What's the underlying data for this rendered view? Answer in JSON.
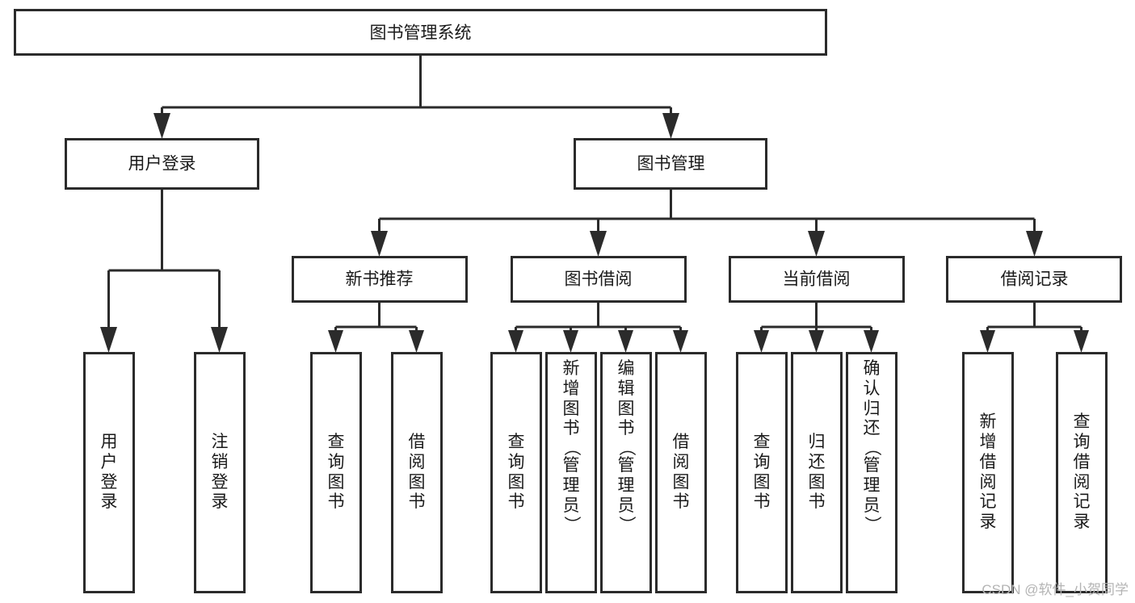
{
  "diagram": {
    "type": "tree-hierarchy",
    "title": "图书管理系统",
    "background_color": "#ffffff",
    "line_color": "#2b2b2b",
    "box_fill": "#ffffff",
    "text_color": "#1a1a1a",
    "root": {
      "label": "图书管理系统",
      "orientation": "horizontal"
    },
    "level2": [
      {
        "label": "用户登录",
        "orientation": "horizontal"
      },
      {
        "label": "图书管理",
        "orientation": "horizontal"
      }
    ],
    "level3": [
      {
        "label": "新书推荐",
        "orientation": "horizontal"
      },
      {
        "label": "图书借阅",
        "orientation": "horizontal"
      },
      {
        "label": "当前借阅",
        "orientation": "horizontal"
      },
      {
        "label": "借阅记录",
        "orientation": "horizontal"
      }
    ],
    "leaves": {
      "user_login": [
        {
          "label": "用户登录",
          "orientation": "vertical"
        },
        {
          "label": "注销登录",
          "orientation": "vertical"
        }
      ],
      "new_book_recommend": [
        {
          "label": "查询图书",
          "orientation": "vertical"
        },
        {
          "label": "借阅图书",
          "orientation": "vertical"
        }
      ],
      "book_borrow": [
        {
          "label": "查询图书",
          "orientation": "vertical"
        },
        {
          "label": "新增图书（管理员）",
          "orientation": "vertical"
        },
        {
          "label": "编辑图书（管理员）",
          "orientation": "vertical"
        },
        {
          "label": "借阅图书",
          "orientation": "vertical"
        }
      ],
      "current_borrow": [
        {
          "label": "查询图书",
          "orientation": "vertical"
        },
        {
          "label": "归还图书",
          "orientation": "vertical"
        },
        {
          "label": "确认归还（管理员）",
          "orientation": "vertical"
        }
      ],
      "borrow_record": [
        {
          "label": "新增借阅记录",
          "orientation": "vertical"
        },
        {
          "label": "查询借阅记录",
          "orientation": "vertical"
        }
      ]
    }
  },
  "watermark": {
    "text": "CSDN @软件_小贺同学",
    "color": "#b4b4b4"
  }
}
